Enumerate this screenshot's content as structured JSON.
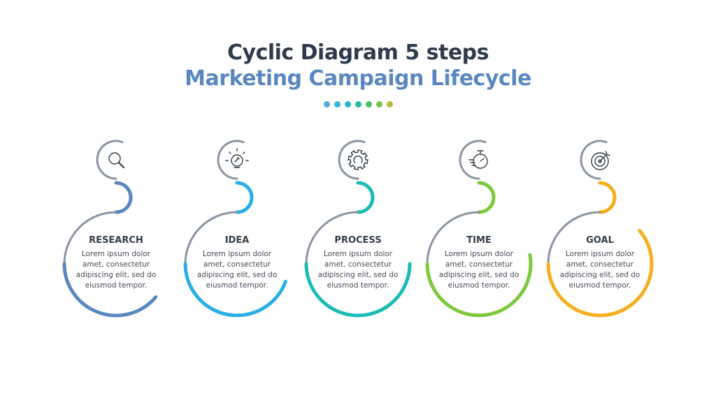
{
  "header": {
    "title": "Cyclic Diagram 5 steps",
    "subtitle": "Marketing Campaign Lifecycle"
  },
  "dots": [
    "#58a9d9",
    "#34b5dc",
    "#22b8c6",
    "#27b8a5",
    "#4cbc6b",
    "#7ec242",
    "#b9b63a"
  ],
  "steps": [
    {
      "title": "RESEARCH",
      "description": "Lorem ipsum dolor amet, consectetur adipiscing elit, sed do eiusmod tempor.",
      "icon": "magnifier-icon",
      "color": "#5b87c0"
    },
    {
      "title": "IDEA",
      "description": "Lorem ipsum dolor amet, consectetur adipiscing elit, sed do eiusmod tempor.",
      "icon": "lightbulb-icon",
      "color": "#2aaee6"
    },
    {
      "title": "PROCESS",
      "description": "Lorem ipsum dolor amet, consectetur adipiscing elit, sed do eiusmod tempor.",
      "icon": "gear-icon",
      "color": "#1dbbb5"
    },
    {
      "title": "TIME",
      "description": "Lorem ipsum dolor amet, consectetur adipiscing elit, sed do eiusmod tempor.",
      "icon": "stopwatch-icon",
      "color": "#7dc93b"
    },
    {
      "title": "GOAL",
      "description": "Lorem ipsum dolor amet, consectetur adipiscing elit, sed do eiusmod tempor.",
      "icon": "target-icon",
      "color": "#f4ae1e"
    }
  ],
  "colors": {
    "gray_stroke": "#8a94a3",
    "title": "#2f3b4c",
    "subtitle": "#5b87c0"
  }
}
